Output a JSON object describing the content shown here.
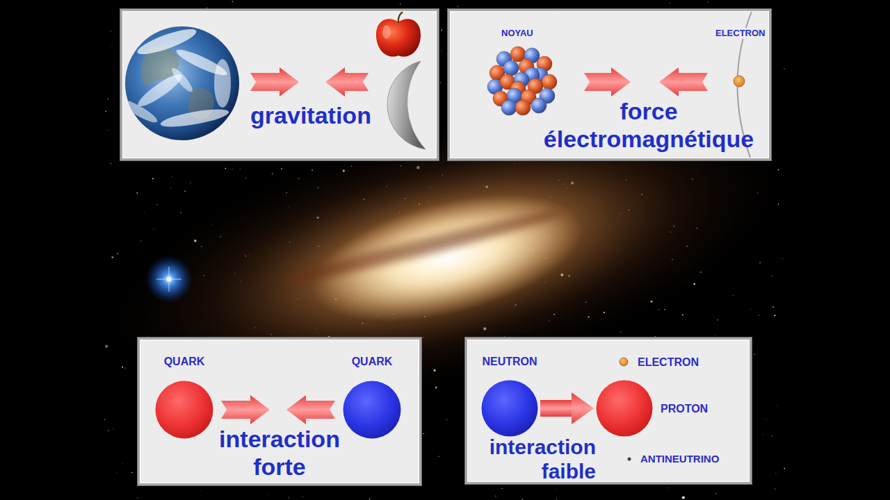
{
  "diagram": {
    "nodes": [
      {
        "text": [
          "gravitation"
        ]
      },
      {
        "text": [
          "NOYAU",
          "ELECTRON",
          "force électromagnétique"
        ]
      },
      {
        "text": [
          "interaction forte"
        ]
      },
      {
        "text": [
          "QUARK"
        ],
        "in": 2
      },
      {
        "text": [
          "QUARK"
        ],
        "in": 2
      },
      {
        "text": [
          "ELECTRON",
          "interaction faible",
          "ANTINEUTRINO"
        ]
      },
      {
        "text": [
          "NEUTRON"
        ],
        "in": 5
      },
      {
        "text": [
          "PROTON"
        ],
        "in": 5
      }
    ],
    "edges": [
      {
        "from": 6,
        "to": 7,
        "arrow": "to"
      }
    ]
  }
}
